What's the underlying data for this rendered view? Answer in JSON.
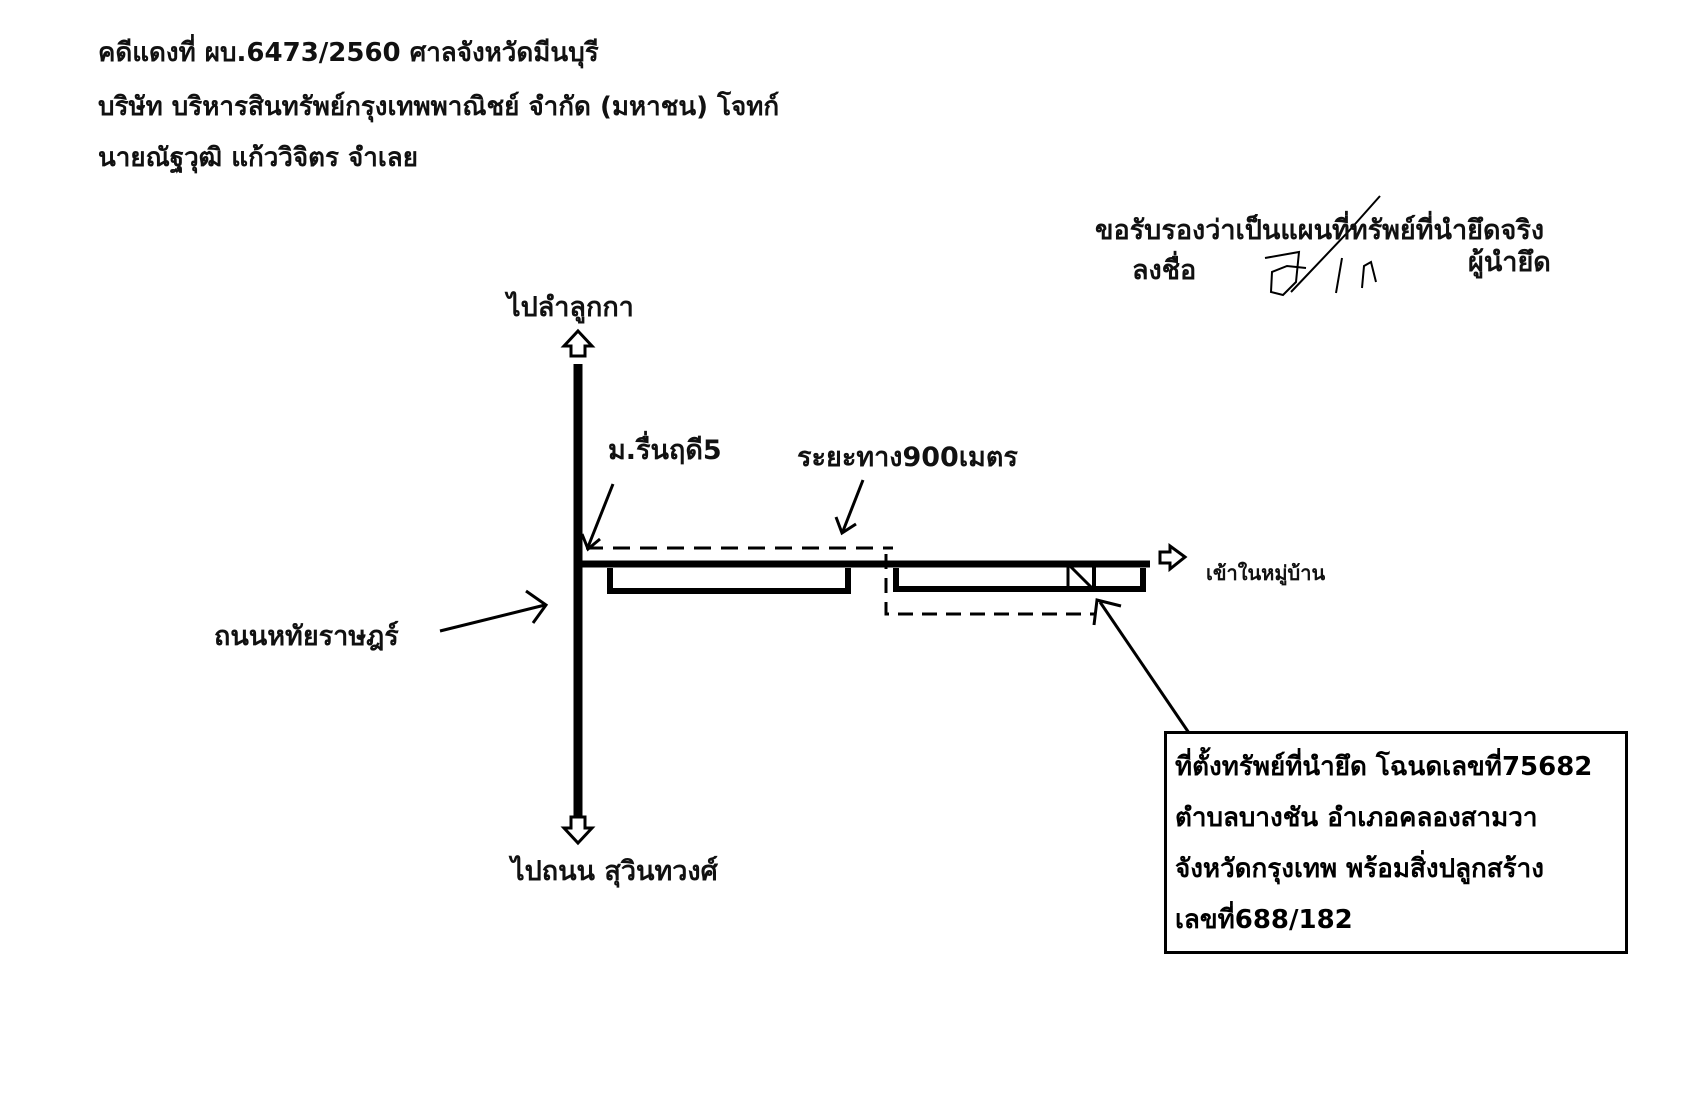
{
  "header": {
    "line1": "คดีแดงที่ ผบ.6473/2560 ศาลจังหวัดมีนบุรี",
    "line2": "บริษัท บริหารสินทรัพย์กรุงเทพพาณิชย์ จำกัด (มหาชน) โจทก์",
    "line3": "นายณัฐวุฒิ แก้ววิจิตร จำเลย"
  },
  "certification": {
    "text": "ขอรับรองว่าเป็นแผนที่ทรัพย์ที่นำยึดจริง",
    "sign_label": "ลงชื่อ",
    "role": "ผู้นำยึด"
  },
  "map": {
    "north_label": "ไปลำลูกกา",
    "south_label": "ไปถนน สุวินทวงศ์",
    "village_label": "ม.รื่นฤดี5",
    "distance_label": "ระยะทาง900เมตร",
    "road_label": "ถนนหทัยราษฎร์",
    "inner_label": "เข้าในหมู่บ้าน"
  },
  "property_box": {
    "lines": [
      "ที่ตั้งทรัพย์ที่นำยึด โฉนดเลขที่75682",
      "ตำบลบางชัน อำเภอคลองสามวา",
      "จังหวัดกรุงเทพ พร้อมสิ่งปลูกสร้าง",
      "เลขที่688/182"
    ]
  },
  "colors": {
    "ink": "#000000",
    "background": "#ffffff"
  }
}
